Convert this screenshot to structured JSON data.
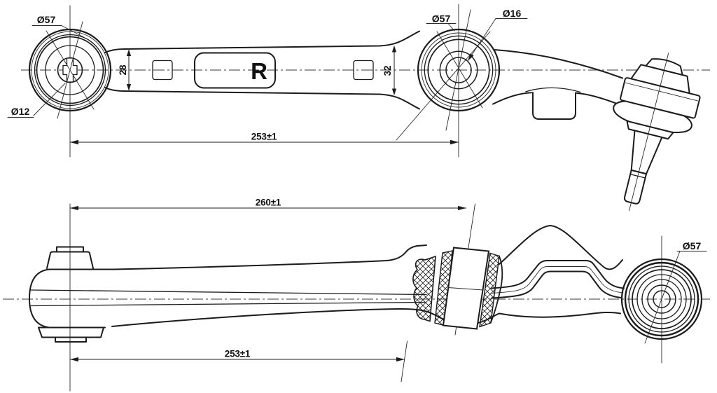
{
  "colors": {
    "ink": "#1b1b1b",
    "background": "#ffffff"
  },
  "views": {
    "top": {
      "marking": "R",
      "dims": {
        "left_outer_dia": "Ø57",
        "left_bore_dia": "Ø12",
        "width_left": "28",
        "width_right": "32",
        "right_outer_dia": "Ø57",
        "right_bore_dia": "Ø16",
        "span": "253±1"
      }
    },
    "side": {
      "dims": {
        "overall": "260±1",
        "right_outer_dia": "Ø57",
        "span": "253±1"
      }
    }
  }
}
